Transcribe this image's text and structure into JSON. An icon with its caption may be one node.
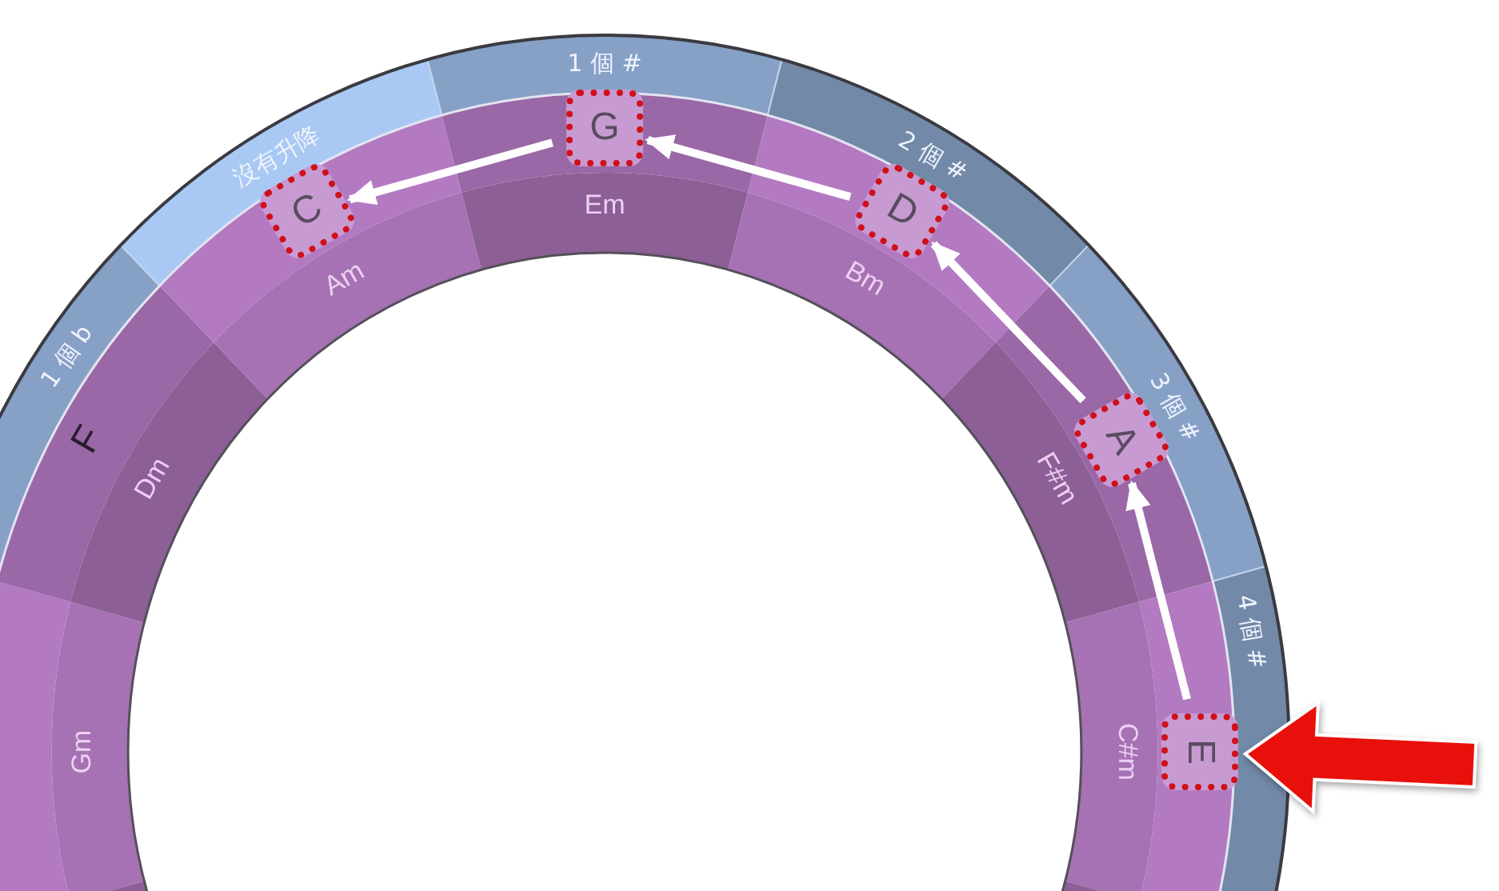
{
  "diagram": {
    "nodes": [
      {
        "text": [
          "C"
        ]
      },
      {
        "text": [
          "G"
        ]
      },
      {
        "text": [
          "D"
        ]
      },
      {
        "text": [
          "A"
        ]
      },
      {
        "text": [
          "E"
        ]
      }
    ],
    "edges": [
      {
        "from": 4,
        "to": 3,
        "arrow": "to"
      },
      {
        "from": 3,
        "to": 2,
        "arrow": "to"
      },
      {
        "from": 2,
        "to": 1,
        "arrow": "to"
      },
      {
        "from": 1,
        "to": 0,
        "arrow": "to"
      },
      {
        "from": null,
        "to": 4,
        "arrow": "to",
        "style": "thick",
        "color": "#e8100a"
      }
    ],
    "labels": [
      "沒有升降",
      "1 個 #",
      "2 個 #",
      "3 個 #",
      "4 個 #",
      "1 個 b",
      "F",
      "Am",
      "Em",
      "Bm",
      "F#m",
      "C#m",
      "Dm",
      "Gm"
    ]
  }
}
